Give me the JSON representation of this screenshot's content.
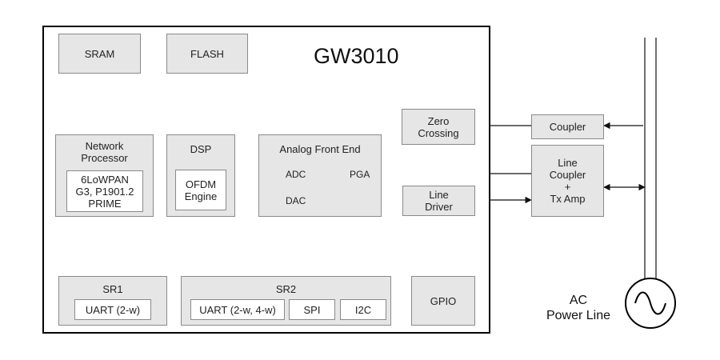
{
  "diagram": {
    "chip_title": "GW3010",
    "blocks": {
      "sram": "SRAM",
      "flash": "FLASH",
      "network_processor": {
        "title": "Network\nProcessor",
        "inner": "6LoWPAN\nG3, P1901.2\nPRIME"
      },
      "dsp": {
        "title": "DSP",
        "inner": "OFDM\nEngine"
      },
      "afe": {
        "title": "Analog Front End",
        "adc": "ADC",
        "dac": "DAC",
        "pga": "PGA"
      },
      "line_driver": "Line\nDriver",
      "zero_crossing": "Zero\nCrossing",
      "sr1": {
        "title": "SR1",
        "uart": "UART (2-w)"
      },
      "sr2": {
        "title": "SR2",
        "uart": "UART (2-w, 4-w)",
        "spi": "SPI",
        "i2c": "I2C"
      },
      "gpio": "GPIO"
    },
    "external": {
      "coupler": "Coupler",
      "line_coupler": "Line\nCoupler\n+\nTx Amp",
      "ac_power_line": "AC\nPower Line"
    },
    "colors": {
      "block_fill": "#e6e6e6",
      "block_border": "#8a8a8a",
      "chip_border": "#000000",
      "arrow": "#111111"
    }
  }
}
